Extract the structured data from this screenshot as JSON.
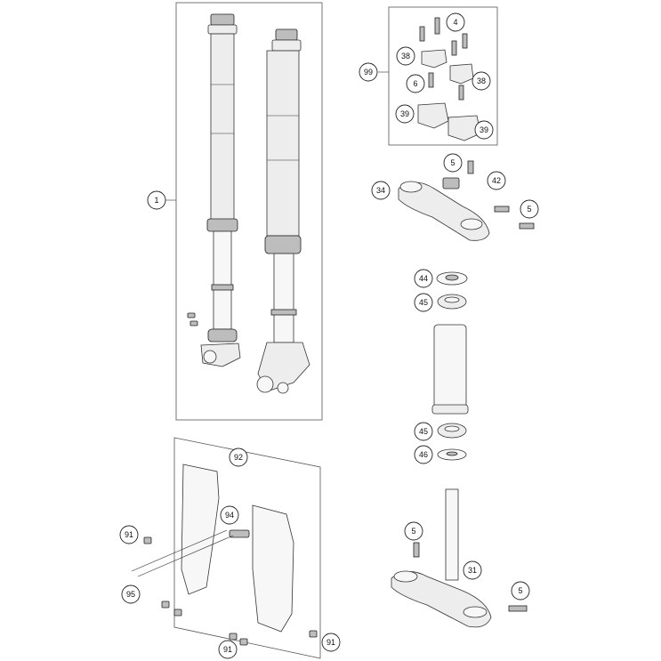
{
  "callouts": {
    "c1": "1",
    "c99": "99",
    "c4": "4",
    "c38a": "38",
    "c6": "6",
    "c38b": "38",
    "c39a": "39",
    "c39b": "39",
    "c5a": "5",
    "c34": "34",
    "c42": "42",
    "c5b": "5",
    "c44": "44",
    "c45a": "45",
    "c45b": "45",
    "c46": "46",
    "c92": "92",
    "c94": "94",
    "c91a": "91",
    "c95": "95",
    "c91b": "91",
    "c91c": "91",
    "c5c": "5",
    "c31": "31",
    "c5d": "5"
  }
}
